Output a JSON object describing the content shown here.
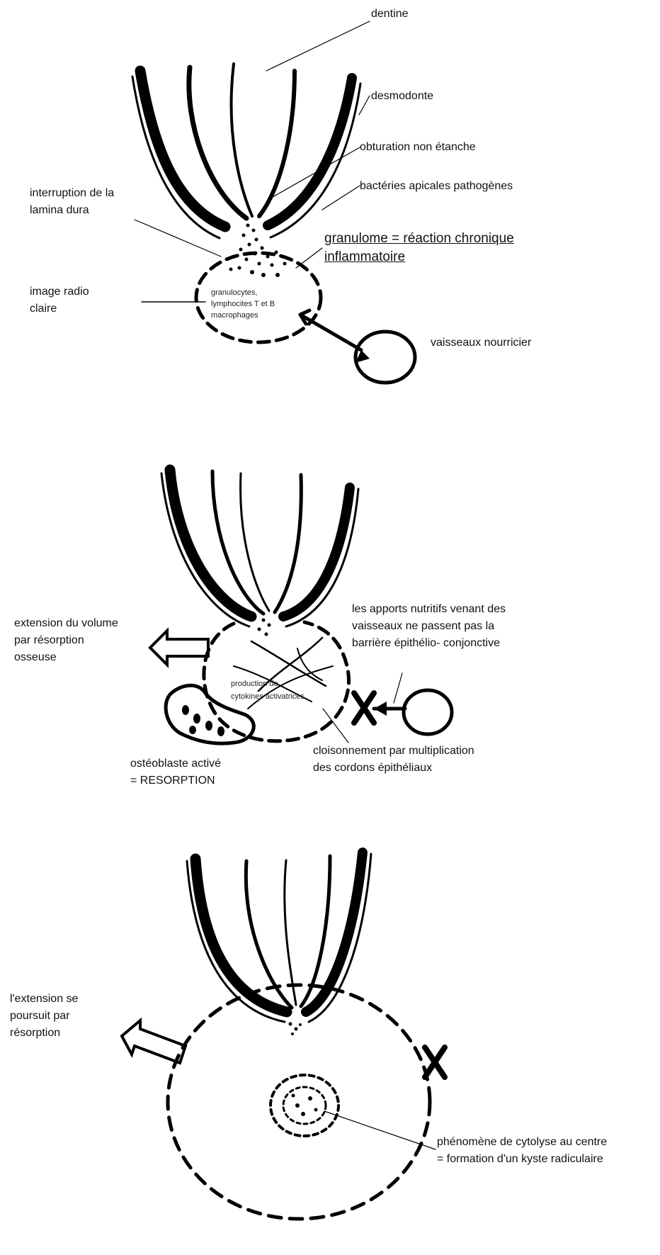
{
  "panel1": {
    "dentine": "dentine",
    "desmodonte": "desmodonte",
    "obturation": "obturation non étanche",
    "bacteries": "bactéries apicales pathogènes",
    "interruption_l1": "interruption de la",
    "interruption_l2": "lamina dura",
    "granulome_l1": "granulome = réaction chronique",
    "granulome_l2": "inflammatoire",
    "image_l1": "image radio",
    "image_l2": "claire",
    "cells_l1": "granulocytes,",
    "cells_l2": "lymphocites T et B",
    "cells_l3": "macrophages",
    "vaisseaux": "vaisseaux nourricier"
  },
  "panel2": {
    "extension_l1": "extension du volume",
    "extension_l2": "par résorption",
    "extension_l3": "osseuse",
    "apports_l1": "les apports nutritifs venant des",
    "apports_l2": "vaisseaux ne passent pas la",
    "apports_l3": "barrière épithélio- conjonctive",
    "cytokines_l1": "production de",
    "cytokines_l2": "cytokines activatrices",
    "osteoblaste_l1": "ostéoblaste activé",
    "osteoblaste_l2": "= RESORPTION",
    "cloison_l1": "cloisonnement par multiplication",
    "cloison_l2": "des cordons épithéliaux"
  },
  "panel3": {
    "extension_l1": "l'extension se",
    "extension_l2": "poursuit par",
    "extension_l3": "résorption",
    "cytolyse_l1": "phénomène de cytolyse au centre",
    "cytolyse_l2": "= formation d'un kyste radiculaire"
  }
}
